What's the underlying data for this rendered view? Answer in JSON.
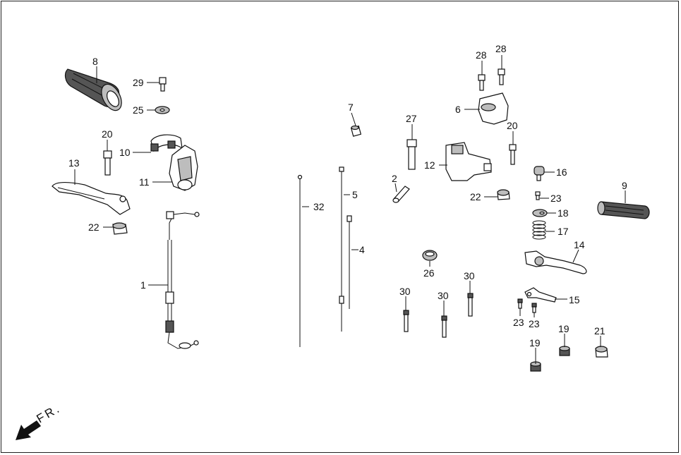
{
  "diagram": {
    "direction_label": "FR.",
    "callouts": [
      {
        "id": "c1",
        "text": "1"
      },
      {
        "id": "c2",
        "text": "2"
      },
      {
        "id": "c4",
        "text": "4"
      },
      {
        "id": "c5",
        "text": "5"
      },
      {
        "id": "c6",
        "text": "6"
      },
      {
        "id": "c7",
        "text": "7"
      },
      {
        "id": "c8",
        "text": "8"
      },
      {
        "id": "c9",
        "text": "9"
      },
      {
        "id": "c10",
        "text": "10"
      },
      {
        "id": "c11",
        "text": "11"
      },
      {
        "id": "c12",
        "text": "12"
      },
      {
        "id": "c13",
        "text": "13"
      },
      {
        "id": "c14",
        "text": "14"
      },
      {
        "id": "c15",
        "text": "15"
      },
      {
        "id": "c16",
        "text": "16"
      },
      {
        "id": "c17",
        "text": "17"
      },
      {
        "id": "c18",
        "text": "18"
      },
      {
        "id": "c19a",
        "text": "19"
      },
      {
        "id": "c19b",
        "text": "19"
      },
      {
        "id": "c20a",
        "text": "20"
      },
      {
        "id": "c20b",
        "text": "20"
      },
      {
        "id": "c21",
        "text": "21"
      },
      {
        "id": "c22a",
        "text": "22"
      },
      {
        "id": "c22b",
        "text": "22"
      },
      {
        "id": "c23a",
        "text": "23"
      },
      {
        "id": "c23b",
        "text": "23"
      },
      {
        "id": "c23c",
        "text": "23"
      },
      {
        "id": "c25",
        "text": "25"
      },
      {
        "id": "c26",
        "text": "26"
      },
      {
        "id": "c27",
        "text": "27"
      },
      {
        "id": "c28a",
        "text": "28"
      },
      {
        "id": "c28b",
        "text": "28"
      },
      {
        "id": "c29",
        "text": "29"
      },
      {
        "id": "c30a",
        "text": "30"
      },
      {
        "id": "c30b",
        "text": "30"
      },
      {
        "id": "c30c",
        "text": "30"
      },
      {
        "id": "c32",
        "text": "32"
      }
    ]
  }
}
